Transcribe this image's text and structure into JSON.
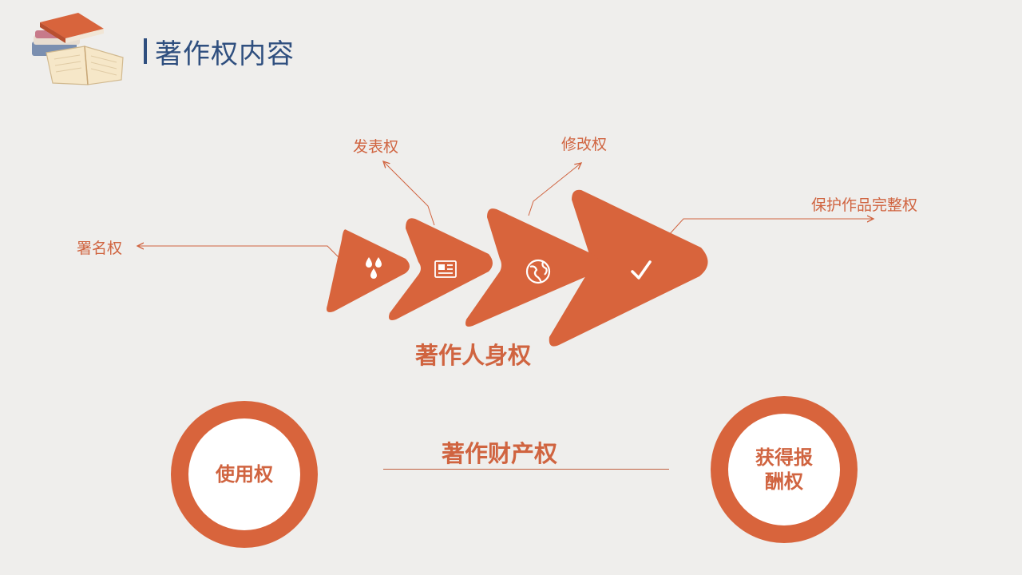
{
  "header": {
    "title": "著作权内容"
  },
  "personal_rights": {
    "group_title": "著作人身权",
    "items": [
      {
        "label": "署名权",
        "icon": "water-drops-icon"
      },
      {
        "label": "发表权",
        "icon": "newspaper-icon"
      },
      {
        "label": "修改权",
        "icon": "globe-icon"
      },
      {
        "label": "保护作品完整权",
        "icon": "checkmark-icon"
      }
    ]
  },
  "property_rights": {
    "group_title": "著作财产权",
    "left": {
      "line1": "使用权"
    },
    "right": {
      "line1": "获得报",
      "line2": "酬权"
    }
  },
  "colors": {
    "accent": "#d8643c",
    "title": "#2f4f7f",
    "background": "#efeeec"
  }
}
